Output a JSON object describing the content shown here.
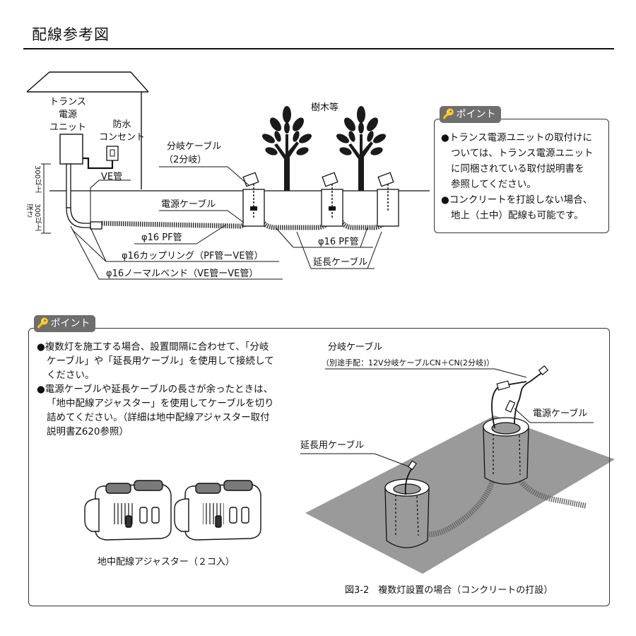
{
  "header": {
    "title": "配線参考図"
  },
  "top_diagram": {
    "labels": {
      "transformer": [
        "トランス",
        "電源",
        "ユニット"
      ],
      "outlet": [
        "防水",
        "コンセント"
      ],
      "ve_pipe": "VE管",
      "branch_cable": "分岐ケーブル",
      "branch_sub": "（2分岐）",
      "trees": "樹木等",
      "power_cable": "電源ケーブル",
      "pf_pipe_left": "φ16 PF管",
      "coupling": "φ16カップリング（PF管ーVE管）",
      "bend": "φ16ノーマルベンド（VE管ーVE管）",
      "pf_pipe_right": "φ16 PF管",
      "ext_cable": "延長ケーブル",
      "height_above": "300以上",
      "depth_label": "深さ",
      "depth_value": "300以上"
    }
  },
  "point_box_1": {
    "tag": "ポイント",
    "key_icon": "key-icon",
    "items": [
      [
        "●トランス電源ユニットの取付けに",
        "ついては、トランス電源ユニット",
        "に同梱されている取付説明書を",
        "参照してください。"
      ],
      [
        "●コンクリートを打設しない場合、",
        "地上（土中）配線も可能です。"
      ]
    ]
  },
  "point_box_2": {
    "tag": "ポイント",
    "key_icon": "key-icon",
    "items": [
      [
        "●複数灯を施工する場合、設置間隔に合わせて、「分岐",
        "ケーブル」や「延長用ケーブル」を使用して接続して",
        "ください。"
      ],
      [
        "●電源ケーブルや延長ケーブルの長さが余ったときは、",
        "「地中配線アジャスター」を使用してケーブルを切り",
        "詰めてください。（詳細は地中配線アジャスター取付",
        "説明書Z620参照）"
      ]
    ],
    "adjuster_caption": "地中配線アジャスター（２コ入）",
    "branch_cable": "分岐ケーブル",
    "branch_note": "（別途手配：12V分岐ケーブルCN＋CN(2分岐)）",
    "power_cable": "電源ケーブル",
    "ext_cable": "延長用ケーブル",
    "figure_caption": "図3-2　複数灯設置の場合（コンクリートの打設）"
  },
  "colors": {
    "tag_bg": "#6e6e6e",
    "concrete": "#9a9a9a",
    "line": "#111111"
  }
}
